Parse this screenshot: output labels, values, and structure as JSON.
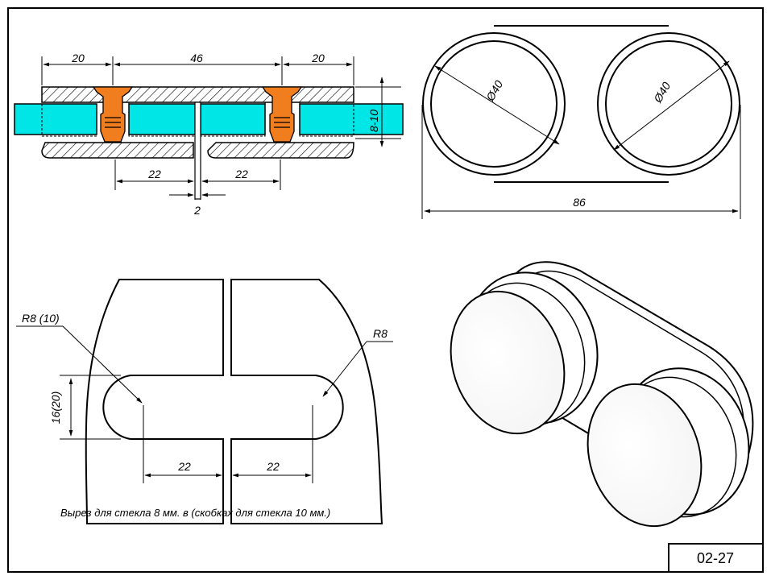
{
  "drawing": {
    "code": "02-27",
    "note": "Вырез для стекла 8 мм. в (скобках для стекла 10 мм.)",
    "colors": {
      "glass": "#00e5e5",
      "bolt": "#f07d1e",
      "line": "#000000",
      "paper": "#ffffff"
    }
  },
  "section_view": {
    "dims": {
      "left": "20",
      "center": "46",
      "right": "20",
      "bottom_left": "22",
      "bottom_right": "22",
      "gap": "2",
      "thickness": "8-10"
    }
  },
  "top_view": {
    "dims": {
      "diameter_left": "Ø40",
      "diameter_right": "Ø40",
      "overall": "86"
    }
  },
  "cutout_view": {
    "dims": {
      "radius_left": "R8 (10)",
      "radius_right": "R8",
      "height": "16(20)",
      "left_depth": "22",
      "right_depth": "22"
    }
  }
}
